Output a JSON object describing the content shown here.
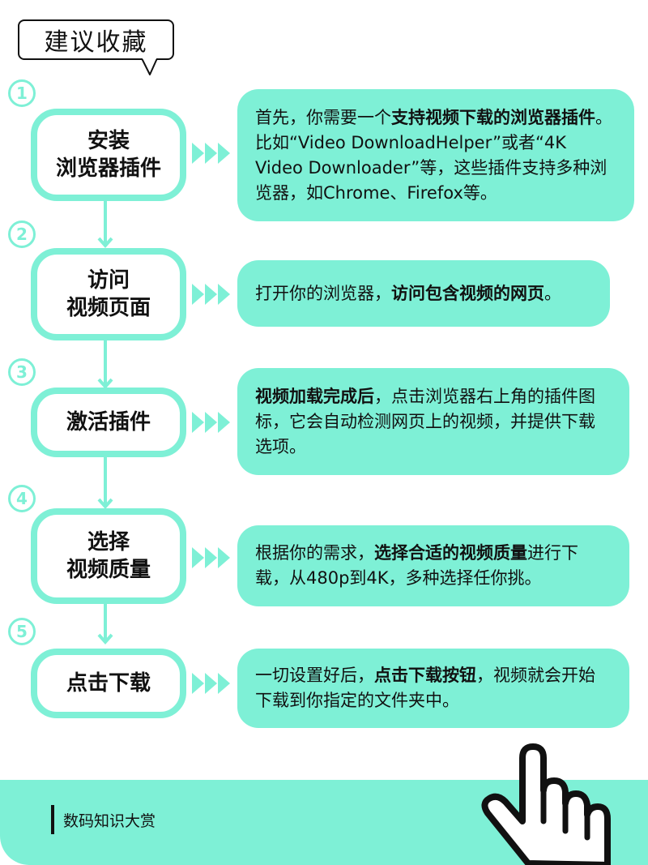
{
  "header": {
    "badge_text": "建议收藏"
  },
  "colors": {
    "accent": "#7ef0d6",
    "text": "#111111",
    "background": "#ffffff"
  },
  "steps": [
    {
      "number": "1",
      "title_lines": [
        "安装",
        "浏览器插件"
      ],
      "description": {
        "parts": [
          {
            "text": "首先，你需要一个",
            "bold": false
          },
          {
            "text": "支持视频下载的浏览器插件",
            "bold": true
          },
          {
            "text": "。比如“Video DownloadHelper”或者“4K Video Downloader”等，这些插件支持多种浏览器，如Chrome、Firefox等。",
            "bold": false
          }
        ]
      }
    },
    {
      "number": "2",
      "title_lines": [
        "访问",
        "视频页面"
      ],
      "description": {
        "parts": [
          {
            "text": "打开你的浏览器，",
            "bold": false
          },
          {
            "text": "访问包含视频的网页",
            "bold": true
          },
          {
            "text": "。",
            "bold": false
          }
        ]
      }
    },
    {
      "number": "3",
      "title_lines": [
        "激活插件"
      ],
      "description": {
        "parts": [
          {
            "text": "视频加载完成后",
            "bold": true
          },
          {
            "text": "，点击浏览器右上角的插件图标，它会自动检测网页上的视频，并提供下载选项。",
            "bold": false
          }
        ]
      }
    },
    {
      "number": "4",
      "title_lines": [
        "选择",
        "视频质量"
      ],
      "description": {
        "parts": [
          {
            "text": "根据你的需求，",
            "bold": false
          },
          {
            "text": "选择合适的视频质量",
            "bold": true
          },
          {
            "text": "进行下载，从480p到4K，多种选择任你挑。",
            "bold": false
          }
        ]
      }
    },
    {
      "number": "5",
      "title_lines": [
        "点击下载"
      ],
      "description": {
        "parts": [
          {
            "text": "一切设置好后，",
            "bold": false
          },
          {
            "text": "点击下载按钮",
            "bold": true
          },
          {
            "text": "，视频就会开始下载到你指定的文件夹中。",
            "bold": false
          }
        ]
      }
    }
  ],
  "footer": {
    "brand_text": "数码知识大赏",
    "icon": "pointing-hand-icon"
  }
}
